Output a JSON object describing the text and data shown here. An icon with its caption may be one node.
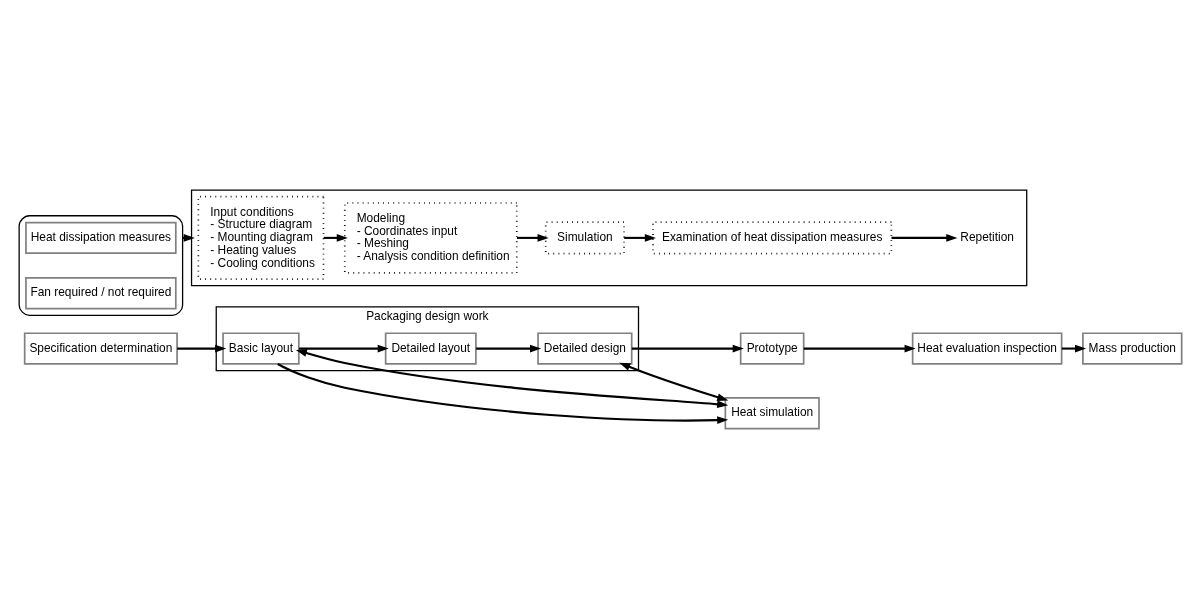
{
  "diagram": {
    "nodes": [
      {
        "text": [
          "Specification determination"
        ]
      },
      {
        "text": [
          "Packaging design work"
        ]
      },
      {
        "text": [
          "Basic layout"
        ],
        "in": 1
      },
      {
        "text": [
          "Detailed layout"
        ],
        "in": 1
      },
      {
        "text": [
          "Detailed design"
        ],
        "in": 1
      },
      {
        "text": [
          "Prototype"
        ]
      },
      {
        "text": [
          "Heat evaluation inspection"
        ]
      },
      {
        "text": [
          "Mass production"
        ]
      },
      {
        "text": [
          "Heat simulation"
        ]
      },
      {
        "text": [],
        "shape": "ellipse"
      },
      {
        "text": [
          "Heat dissipation measures"
        ],
        "in": 9
      },
      {
        "text": [
          "Fan required / not required"
        ],
        "in": 9
      },
      {
        "text": [],
        "shape": "bracket"
      },
      {
        "text": [
          "Input conditions",
          "- Structure diagram",
          "- Mounting diagram",
          "- Heating values",
          "- Cooling conditions"
        ],
        "in": 12
      },
      {
        "text": [
          "Modeling",
          "- Coordinates input",
          "- Meshing",
          "- Analysis condition definition"
        ],
        "in": 12
      },
      {
        "text": [
          "Simulation"
        ],
        "in": 12
      },
      {
        "text": [
          "Examination of heat dissipation measures"
        ],
        "in": 12
      },
      {
        "text": [
          "Repetition"
        ],
        "in": 12
      }
    ],
    "edges": [
      {
        "from": 0,
        "to": 2,
        "arrow": "to"
      },
      {
        "from": 2,
        "to": 3,
        "arrow": "to"
      },
      {
        "from": 3,
        "to": 4,
        "arrow": "to"
      },
      {
        "from": 4,
        "to": 5,
        "arrow": "to"
      },
      {
        "from": 5,
        "to": 6,
        "arrow": "to"
      },
      {
        "from": 6,
        "to": 7,
        "arrow": "to"
      },
      {
        "from": 2,
        "to": 8,
        "arrow": "to"
      },
      {
        "from": 2,
        "to": 8,
        "arrow": "both"
      },
      {
        "from": 4,
        "to": 8,
        "arrow": "both"
      },
      {
        "from": 9,
        "to": 12,
        "arrow": "to"
      },
      {
        "from": 13,
        "to": 14,
        "arrow": "to"
      },
      {
        "from": 14,
        "to": 15,
        "arrow": "to"
      },
      {
        "from": 15,
        "to": 16,
        "arrow": "to"
      },
      {
        "from": 16,
        "to": 17,
        "arrow": "to"
      }
    ]
  }
}
